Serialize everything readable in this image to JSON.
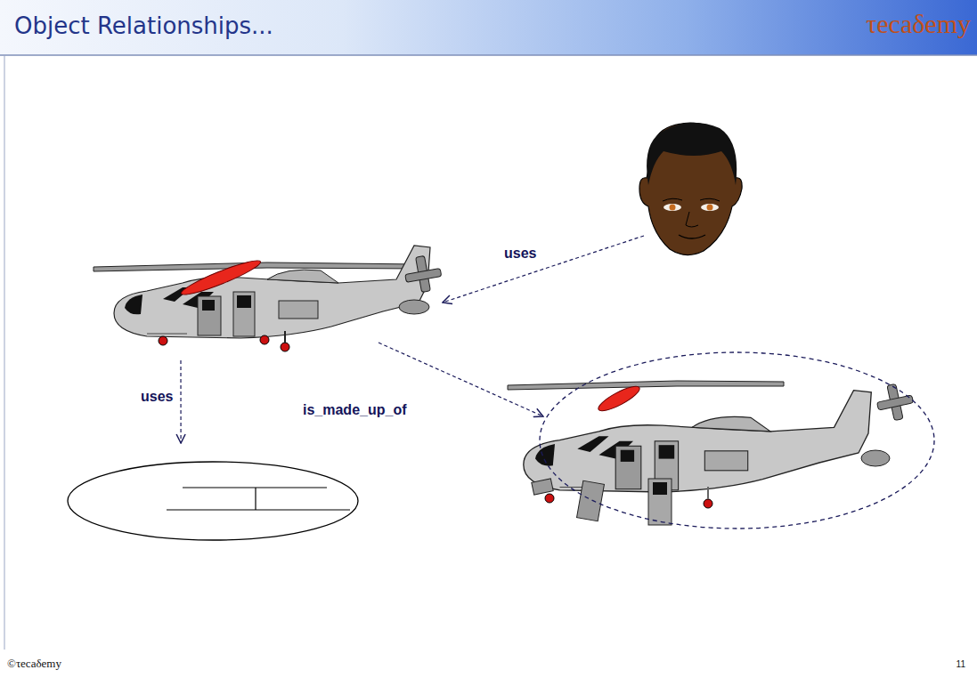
{
  "diagram": {
    "title": "Object Relationships...",
    "nodes": [
      {
        "text": []
      },
      {
        "text": []
      },
      {
        "text": []
      },
      {
        "text": []
      }
    ],
    "edges": [
      {
        "from": 1,
        "to": 0,
        "arrow": "to",
        "label": "uses"
      },
      {
        "from": 0,
        "to": 2,
        "arrow": "to",
        "label": "uses"
      },
      {
        "from": 0,
        "to": 3,
        "arrow": "to",
        "label": "is_made_up_of"
      }
    ],
    "labels": [
      "τecaδemy",
      "©τecaδemy",
      "11"
    ]
  }
}
